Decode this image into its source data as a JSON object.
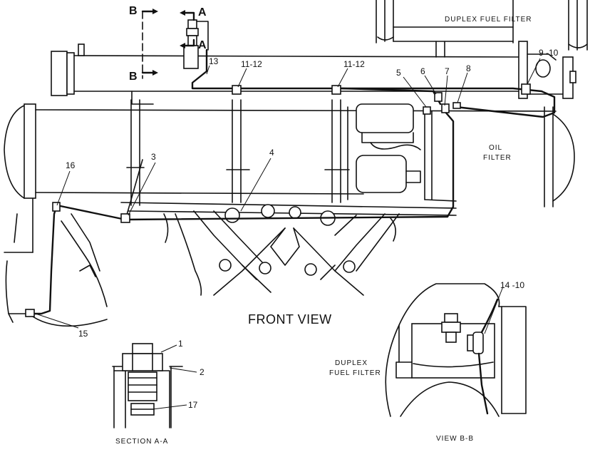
{
  "captions": {
    "front_view": "FRONT VIEW",
    "section_aa": "SECTION A-A",
    "view_bb": "VIEW B-B",
    "duplex_fuel_filter_top": "DUPLEX FUEL FILTER",
    "duplex_fuel_filter_inset_line1": "DUPLEX",
    "duplex_fuel_filter_inset_line2": "FUEL FILTER",
    "oil_filter_line1": "OIL",
    "oil_filter_line2": "FILTER"
  },
  "section_markers": {
    "b_top": "B",
    "b_bottom": "B",
    "a_top": "A",
    "a_bottom": "A"
  },
  "callouts": {
    "c1": "1",
    "c2": "2",
    "c3": "3",
    "c4": "4",
    "c5": "5",
    "c6": "6",
    "c7": "7",
    "c8": "8",
    "c9_10": "9 -10",
    "c11_12_left": "11-12",
    "c11_12_right": "11-12",
    "c13": "13",
    "c14_10": "14 -10",
    "c15": "15",
    "c16": "16",
    "c17": "17"
  }
}
